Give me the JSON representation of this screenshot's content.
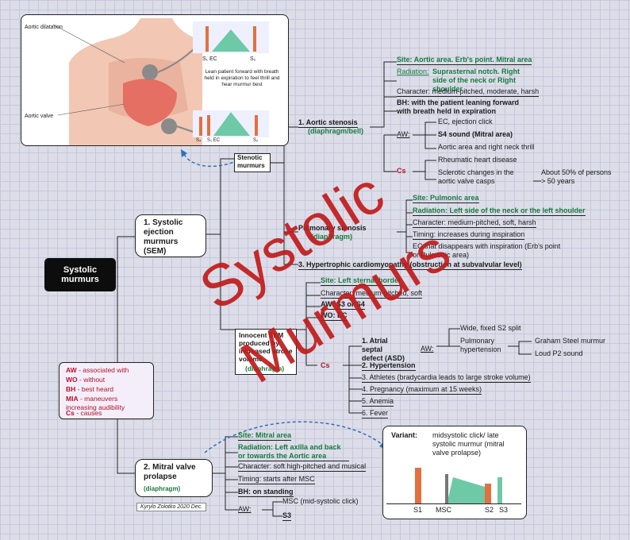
{
  "title": "Systolic murmurs",
  "watermark": {
    "line1": "Systolic",
    "line2": "Murmurs"
  },
  "illustration": {
    "aortic_dilatation": "Aortic dilatation",
    "aortic_valve": "Aortic valve",
    "caption": "Lean patient forward with breath held in expiration to feel thrill and hear murmur best",
    "graph_top": {
      "s1ec": "S₁ EC",
      "s2": "S₂"
    },
    "graph_bottom": {
      "s4": "S₄",
      "s1ec": "S₁ EC",
      "s2": "S₂"
    }
  },
  "sem": {
    "label": "1. Systolic ejection murmurs (SEM)",
    "stenotic": "Stenotic murmurs"
  },
  "aortic_stenosis": {
    "title": "1. Aortic stenosis",
    "sub": "(diaphragm/bell)",
    "site": "Site: Aortic area. Erb's point. Mitral area",
    "radiation_label": "Radiation:",
    "radiation": "Suprasternal notch. Right side of the neck or Right shoulder",
    "character": "Character: medium-pitched, moderate, harsh",
    "bh": "BH: with the patient leaning forward with breath held in expiration",
    "aw": "AW:",
    "aw_items": [
      "EC, ejection click",
      "S4 sound (Mitral area)",
      "Aortic area and right neck thrill"
    ],
    "cs": "Cs",
    "cs_items": [
      "Rheumatic heart disease",
      "Sclerotic changes in the aortic valve casps"
    ],
    "cs_note": "About 50% of persons > 50 years"
  },
  "pulmonary_stenosis": {
    "title": "Pulmonary stenosis",
    "sub": "(diaphragm)",
    "site": "Site: Pulmonic area",
    "radiation": "Radiation: Left side of the neck or the left shoulder",
    "character": "Character: medium-pitched, soft, harsh",
    "timing": "Timing: increases during inspiration",
    "ec": "EC that disappears with inspiration (Erb's point or Pulmonic area)"
  },
  "hcm": {
    "title": "3. Hypertrophic cardiomyopathy (obstruction at subvalvular level)"
  },
  "innocent": {
    "title": "Innocent SEM produced by increased stroke volume",
    "sub": "(diaphragm)",
    "site": "Site: Left sternal border",
    "character": "Character: medium-pitched, soft",
    "aw": "AW: S3 or S4",
    "wo": "WO: EC",
    "cs": "Cs",
    "asd_title": "1. Atrial septal defect (ASD)",
    "asd_aw": "AW:",
    "asd_items": [
      "Wide, fixed S2 split",
      "Pulmonary hypertension"
    ],
    "pulm_items": [
      "Graham Steel murmur",
      "Loud P2 sound"
    ],
    "cs_items": [
      "2. Hypertension",
      "3. Athletes (bradycardia leads to large stroke volume)",
      "4. Pregnancy (maximum at 15 weeks)",
      "5. Anemia",
      "6. Fever"
    ]
  },
  "legend": {
    "aw": "AW",
    "aw_t": "- associated with",
    "wo": "WO",
    "wo_t": "- without",
    "bh": "BH",
    "bh_t": "- best heard",
    "mia": "MIA",
    "mia_t": "- maneuvers increasing audibility",
    "cs": "Cs",
    "cs_t": "- causes"
  },
  "mvp": {
    "title": "2. Mitral valve prolapse",
    "sub": "(diaphragm)",
    "site": "Site: Mitral area",
    "radiation": "Radiation: Left axilla and back or towards the Aortic area",
    "character": "Character: soft high-pitched and musical",
    "timing": "Timing: starts after MSC",
    "bh": "BH: on standing",
    "aw": "AW:",
    "aw_items": [
      "MSC (mid-systolic click)",
      "S3"
    ]
  },
  "author": "Kyrylo Zolotko 2020 Dec.",
  "variant": {
    "label": "Variant:",
    "text": "midsystolic click/ late systolic murmur (mitral valve prolapse)",
    "axis": {
      "s1": "S1",
      "msc": "MSC",
      "s2": "S2",
      "s3": "S3"
    }
  },
  "colors": {
    "title_bg": "#0d0d0d",
    "accent_red": "#c11b1b",
    "green": "#177a3e",
    "bar": "#e2703f",
    "murmur": "#6ec9a6"
  }
}
